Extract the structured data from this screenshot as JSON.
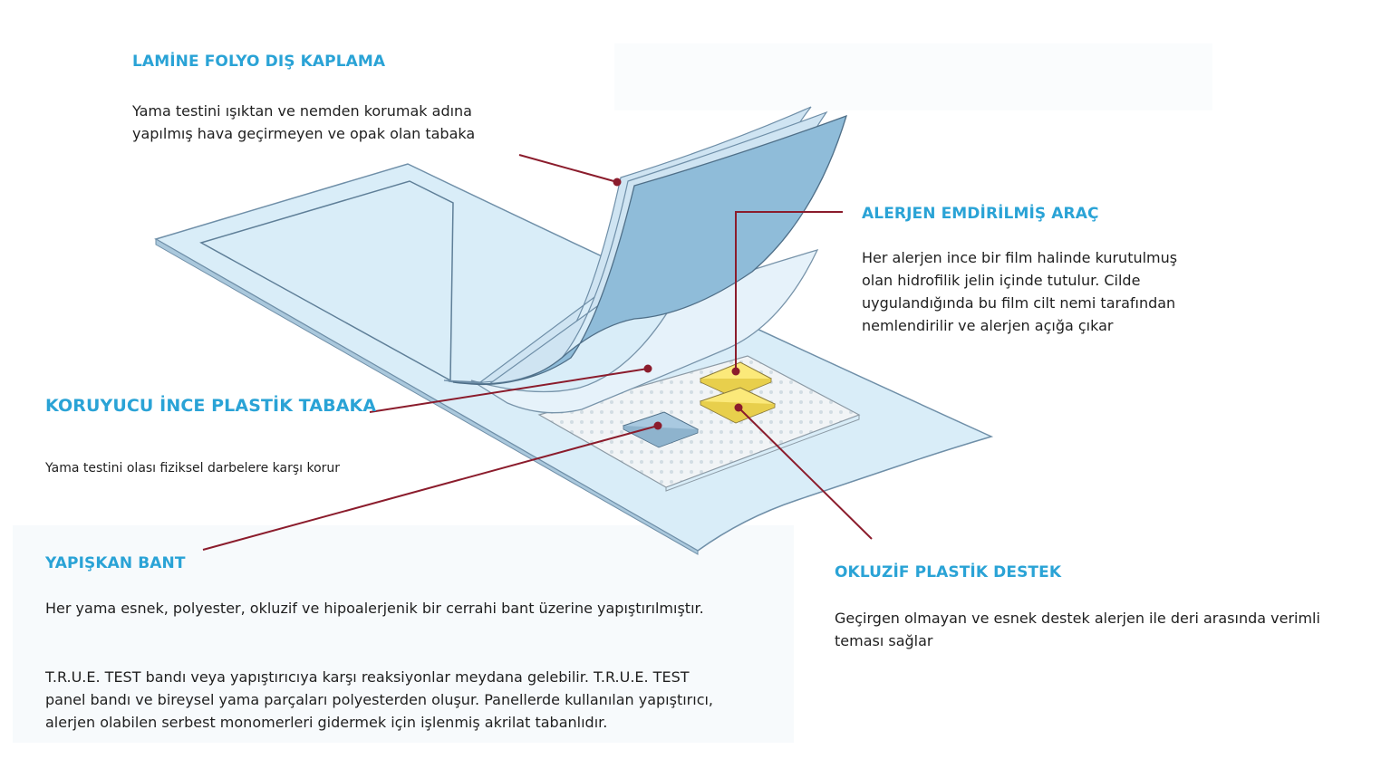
{
  "callouts": {
    "laminate": {
      "title": "LAMİNE FOLYO DIŞ KAPLAMA",
      "lines": [
        "Yama testini ışıktan ve nemden korumak adına",
        "yapılmış hava geçirmeyen ve opak olan tabaka"
      ]
    },
    "allergen": {
      "title": "ALERJEN EMDİRİLMİŞ ARAÇ",
      "lines": [
        "Her alerjen ince bir film halinde kurutulmuş",
        "olan hidrofilik jelin içinde tutulur. Cilde",
        "uygulandığında bu film cilt nemi tarafından",
        "nemlendirilir ve alerjen açığa çıkar"
      ]
    },
    "protective": {
      "title": "KORUYUCU İNCE PLASTİK TABAKA",
      "lines": [
        "Yama testini olası fiziksel darbelere karşı korur"
      ]
    },
    "adhesive": {
      "title": "YAPIŞKAN BANT",
      "line1": "Her yama esnek, polyester, okluzif ve hipoalerjenik bir cerrahi bant üzerine yapıştırılmıştır.",
      "lines": [
        "T.R.U.E. TEST bandı veya yapıştırıcıya karşı reaksiyonlar meydana gelebilir. T.R.U.E. TEST",
        "panel bandı ve bireysel yama parçaları polyesterden oluşur. Panellerde kullanılan yapıştırıcı,",
        "alerjen olabilen serbest monomerleri gidermek için işlenmiş akrilat tabanlıdır."
      ]
    },
    "occlusive": {
      "title": "OKLUZİF PLASTİK DESTEK",
      "lines": [
        "Geçirgen olmayan ve esnek destek alerjen ile deri arasında verimli",
        "teması sağlar"
      ]
    }
  },
  "colors": {
    "heading": "#2aa3d6",
    "leader": "#8b1c2c",
    "band": "#d9edf8",
    "foil": "#8fbcd9",
    "allergen_chamber": "#fbe97a",
    "control_square": "#a9c9e0"
  }
}
